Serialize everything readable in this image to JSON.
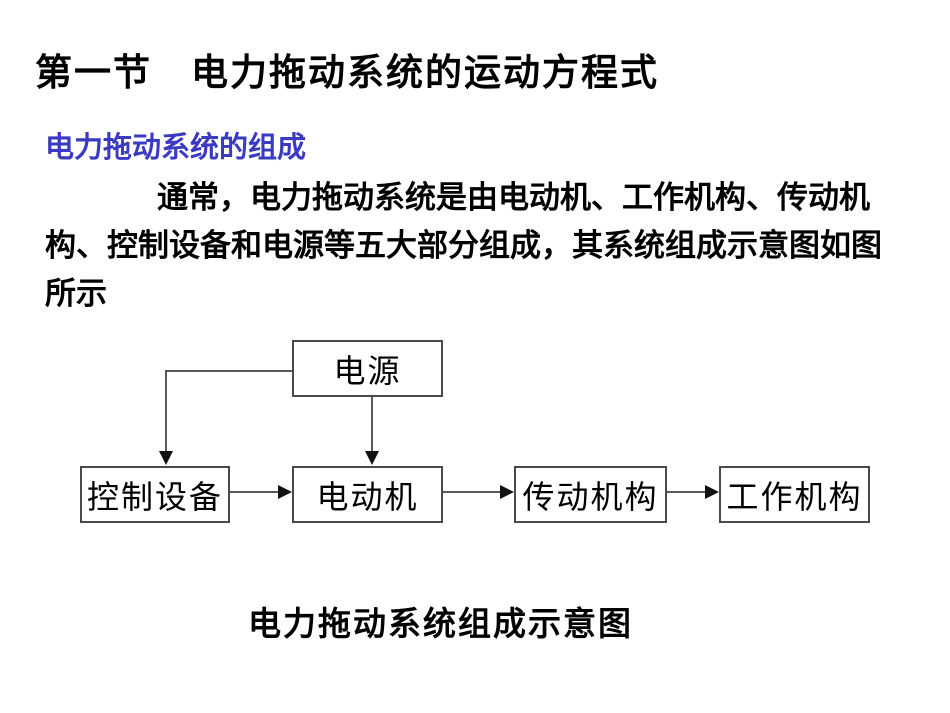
{
  "slide": {
    "title": "第一节　电力拖动系统的运动方程式",
    "subtitle": "电力拖动系统的组成",
    "body_lines": [
      "通常，电力拖动系统是由电动机、工作机构、传动机",
      "构、控制设备和电源等五大部分组成，其系统组成示意图如图",
      "所示"
    ],
    "caption": "电力拖动系统组成示意图"
  },
  "diagram": {
    "boxes": [
      {
        "id": "power",
        "label": "电源"
      },
      {
        "id": "control",
        "label": "控制设备"
      },
      {
        "id": "motor",
        "label": "电动机"
      },
      {
        "id": "transmission",
        "label": "传动机构"
      },
      {
        "id": "work",
        "label": "工作机构"
      }
    ],
    "connections": [
      {
        "from": "电源",
        "to": "控制设备"
      },
      {
        "from": "电源",
        "to": "电动机"
      },
      {
        "from": "控制设备",
        "to": "电动机"
      },
      {
        "from": "电动机",
        "to": "传动机构"
      },
      {
        "from": "传动机构",
        "to": "工作机构"
      }
    ]
  },
  "colors": {
    "background": "#ffffff",
    "title_text": "#000000",
    "subtitle_accent": "#3a3ac2",
    "box_border": "#4a4a4a",
    "connector_line": "#595959",
    "arrowhead": "#111111"
  }
}
